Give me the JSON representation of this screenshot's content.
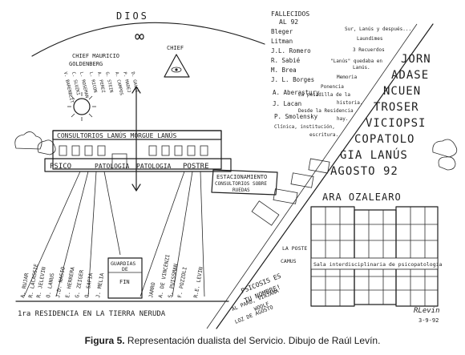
{
  "caption": {
    "label": "Figura 5.",
    "text": "Representación dualista del Servicio. Dibujo de Raúl Levín."
  },
  "drawing": {
    "dios": "DIOS",
    "chief_left": [
      "CHIEF MAURICIO",
      "GOLDENBERG"
    ],
    "chief_right": "CHIEF",
    "staff_cols": [
      [
        "V. BARENBLIT",
        "C. SLUZKI",
        "L. ROSEMAN"
      ],
      [
        "L. RICON",
        "A. PEREZ",
        "G. STEIN"
      ],
      [
        "A. CAMPOS",
        "P. MADEJ",
        "D. GALLI"
      ]
    ],
    "fallecidos": {
      "heading": [
        "FALLECIDOS",
        "AL 92"
      ],
      "names": [
        "Bleger",
        "Litman",
        "J.L. Romero",
        "R. Sabié",
        "M. Brea",
        "J. L. Borges",
        "A. Aberastury",
        "J. Lacan",
        "P. Smolensky"
      ]
    },
    "notes_right": [
      "Sur, Lanús y después...",
      "Laundimes",
      "3 Recuerdos",
      "\"Lanús\" quedaba en",
      "Lanús.",
      "Memoria",
      "Ponencia",
      "La pesadilla de la",
      "historia.",
      "Desde la Residencia",
      "hay.",
      "Clínica, institución,",
      "escritura."
    ],
    "jornadas": [
      "JORN",
      "ADASE",
      "NCUEN",
      "TROSER",
      "VICIOPSI",
      "COPATOLO",
      "GIA LANÚS",
      "AGOSTO 92"
    ],
    "building_sign": "CONSULTORIOS LANÚS  MORGUE LANÚS",
    "building_base": [
      "PSICO",
      "PATOLOGIA",
      "PATOLOGIA",
      "POSTRE"
    ],
    "left_names": [
      "A. RUJAR",
      "R. LACASSIE",
      "R. JELEVIN",
      "O. LANUS",
      "J.D. NASIO",
      "E. HERRERA",
      "G. ZEIGER",
      "O. SAPIA",
      "J. MELIA"
    ],
    "middle_names": [
      "JARRO",
      "A. DE VINCENZI",
      "S. PUISSMAN",
      "F. POZZOLI",
      "R.E. LEVIN"
    ],
    "guardias": [
      "GUARDIAS",
      "DE",
      "FIN"
    ],
    "estacionamiento": [
      "ESTACIONAMIENTO",
      "CONSULTORIOS SOBRE",
      "RUEDAS"
    ],
    "aprozaleano": "ARA OZALEARO",
    "sala": "Sala interdisciplinaria de psicopatología",
    "footer_left": "1ra RESIDENCIA EN LA TIERRA NERUDA",
    "psicosis": [
      "PSICOSIS ES",
      "TU NOMBRE!"
    ],
    "al_paro": [
      "AL PARO, VIAJANA",
      "WOOLF",
      "LOZ DE AGOSTO"
    ],
    "signature": "RLevin",
    "date": "3-9-92",
    "la_poste": [
      "LA POSTE",
      "CAMUS"
    ]
  }
}
